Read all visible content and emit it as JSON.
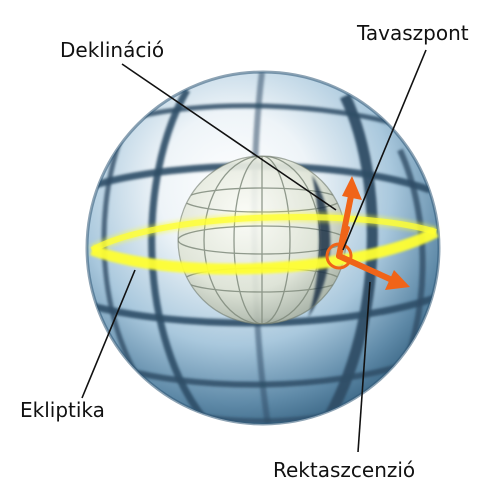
{
  "labels": {
    "declination": "Deklináció",
    "vernal_point": "Tavaszpont",
    "ecliptic": "Ekliptika",
    "right_ascension": "Rektaszcenzió"
  },
  "colors": {
    "sphere_light": "#f3f7fa",
    "sphere_mid": "#9fc1d8",
    "sphere_dark": "#3c6a8c",
    "grid_line": "#2e4d66",
    "ecliptic": "#ffff33",
    "arrow": "#f06418",
    "inner_globe": "#e8ecdf",
    "leader_line": "#111111"
  },
  "icons": {
    "outer": "celestial-sphere-icon",
    "inner": "earth-globe-icon"
  }
}
